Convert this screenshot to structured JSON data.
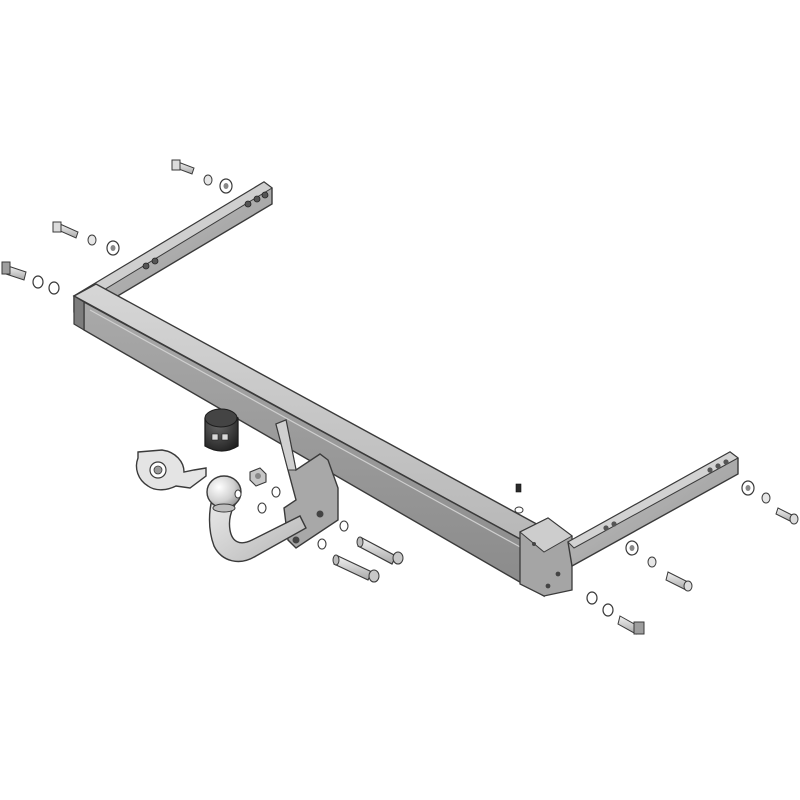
{
  "diagram": {
    "kind": "exploded-assembly",
    "subject": "towbar-kit",
    "background": "#ffffff",
    "colors": {
      "outline": "#3a3a3a",
      "metal_light": "#d9d9d9",
      "metal_mid": "#bdbdbd",
      "metal_dark": "#8f8f8f",
      "socket_dark": "#2e2e2e",
      "ball_light": "#e6e6e6"
    },
    "parts": {
      "main_crossbeam": "crossbeam",
      "left_arm": "side-arm-left",
      "right_arm": "side-arm-right",
      "tow_ball": "tow-ball-neck",
      "electrical_socket": "electrical-socket",
      "socket_bracket": "socket-bracket",
      "mounting_plates": "ball-mounting-plates",
      "pins": "mounting-pins",
      "fasteners": "bolts-washers-nuts"
    }
  }
}
